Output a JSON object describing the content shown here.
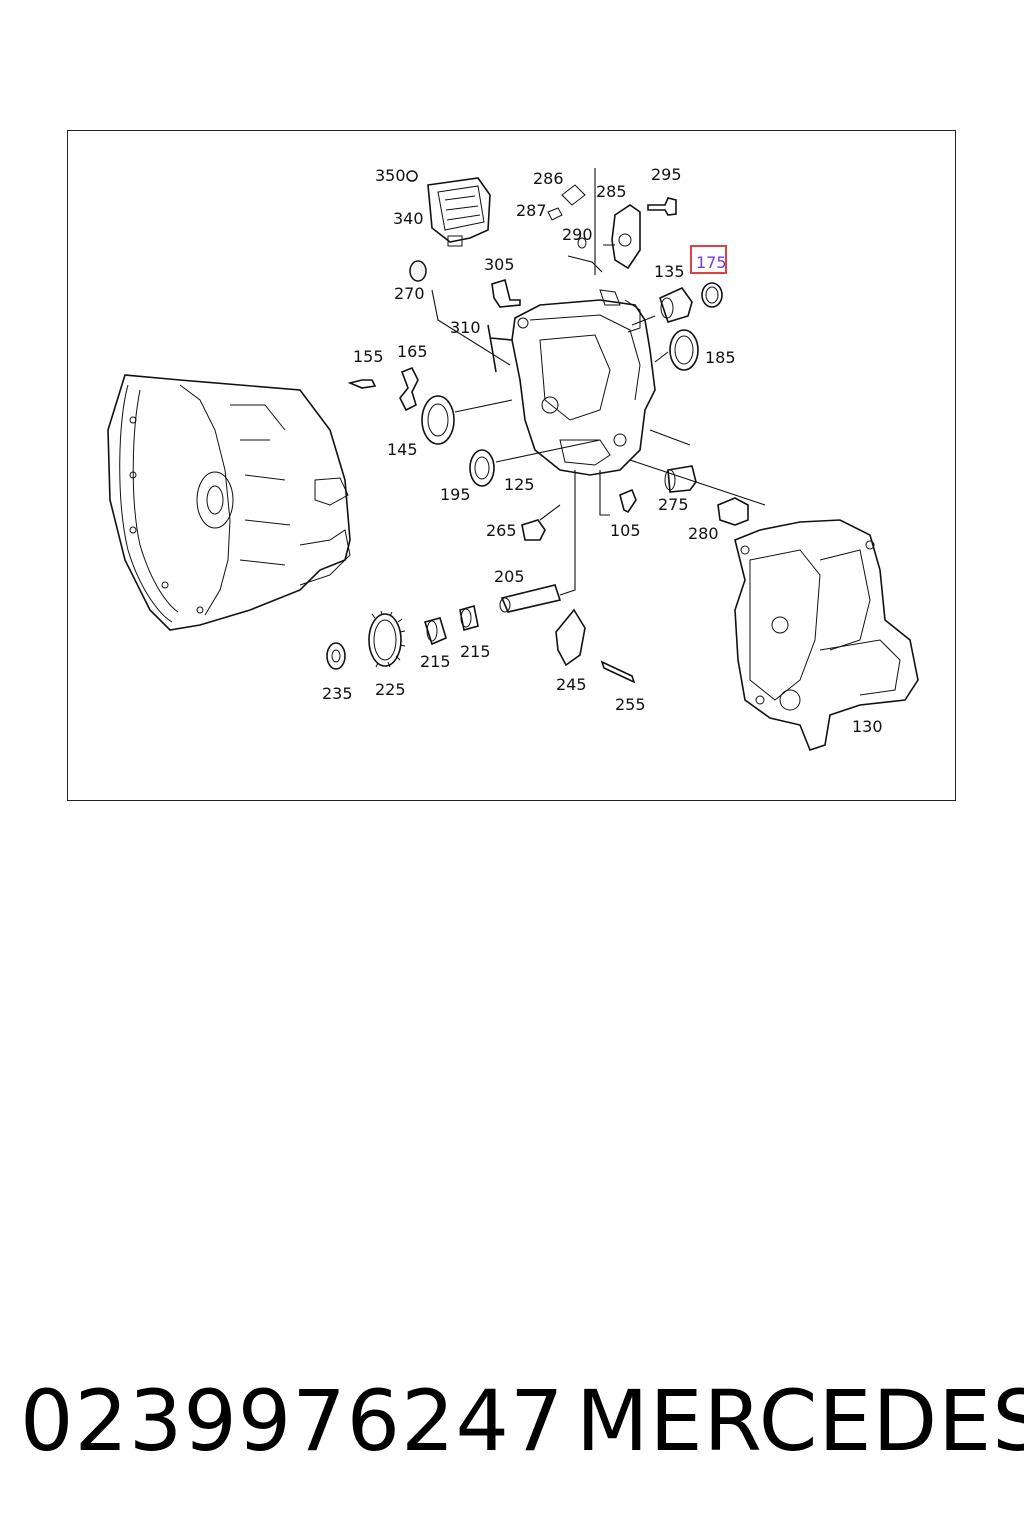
{
  "diagram": {
    "highlight_color": "#e04040",
    "highlighted_callout": "175",
    "callouts": {
      "c350": "350",
      "c340": "340",
      "c286": "286",
      "c287": "287",
      "c285": "285",
      "c290": "290",
      "c295": "295",
      "c270": "270",
      "c305": "305",
      "c310": "310",
      "c135": "135",
      "c175": "175",
      "c185": "185",
      "c155": "155",
      "c165": "165",
      "c145": "145",
      "c195": "195",
      "c125": "125",
      "c265": "265",
      "c105": "105",
      "c275": "275",
      "c280": "280",
      "c205": "205",
      "c130": "130",
      "c235": "235",
      "c225": "225",
      "c215a": "215",
      "c215b": "215",
      "c245": "245",
      "c255": "255"
    }
  },
  "footer": {
    "part_number": "0239976247",
    "brand": "MERCEDES"
  }
}
